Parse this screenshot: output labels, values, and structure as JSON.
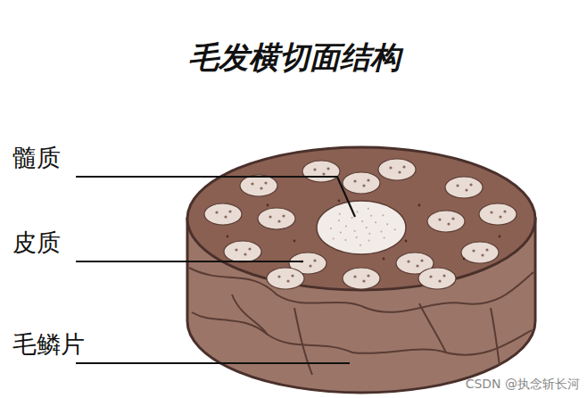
{
  "diagram": {
    "title": "毛发横切面结构",
    "labels": [
      "髓质",
      "皮质",
      "毛鳞片",
      "CSDN @执念斩长河"
    ]
  }
}
